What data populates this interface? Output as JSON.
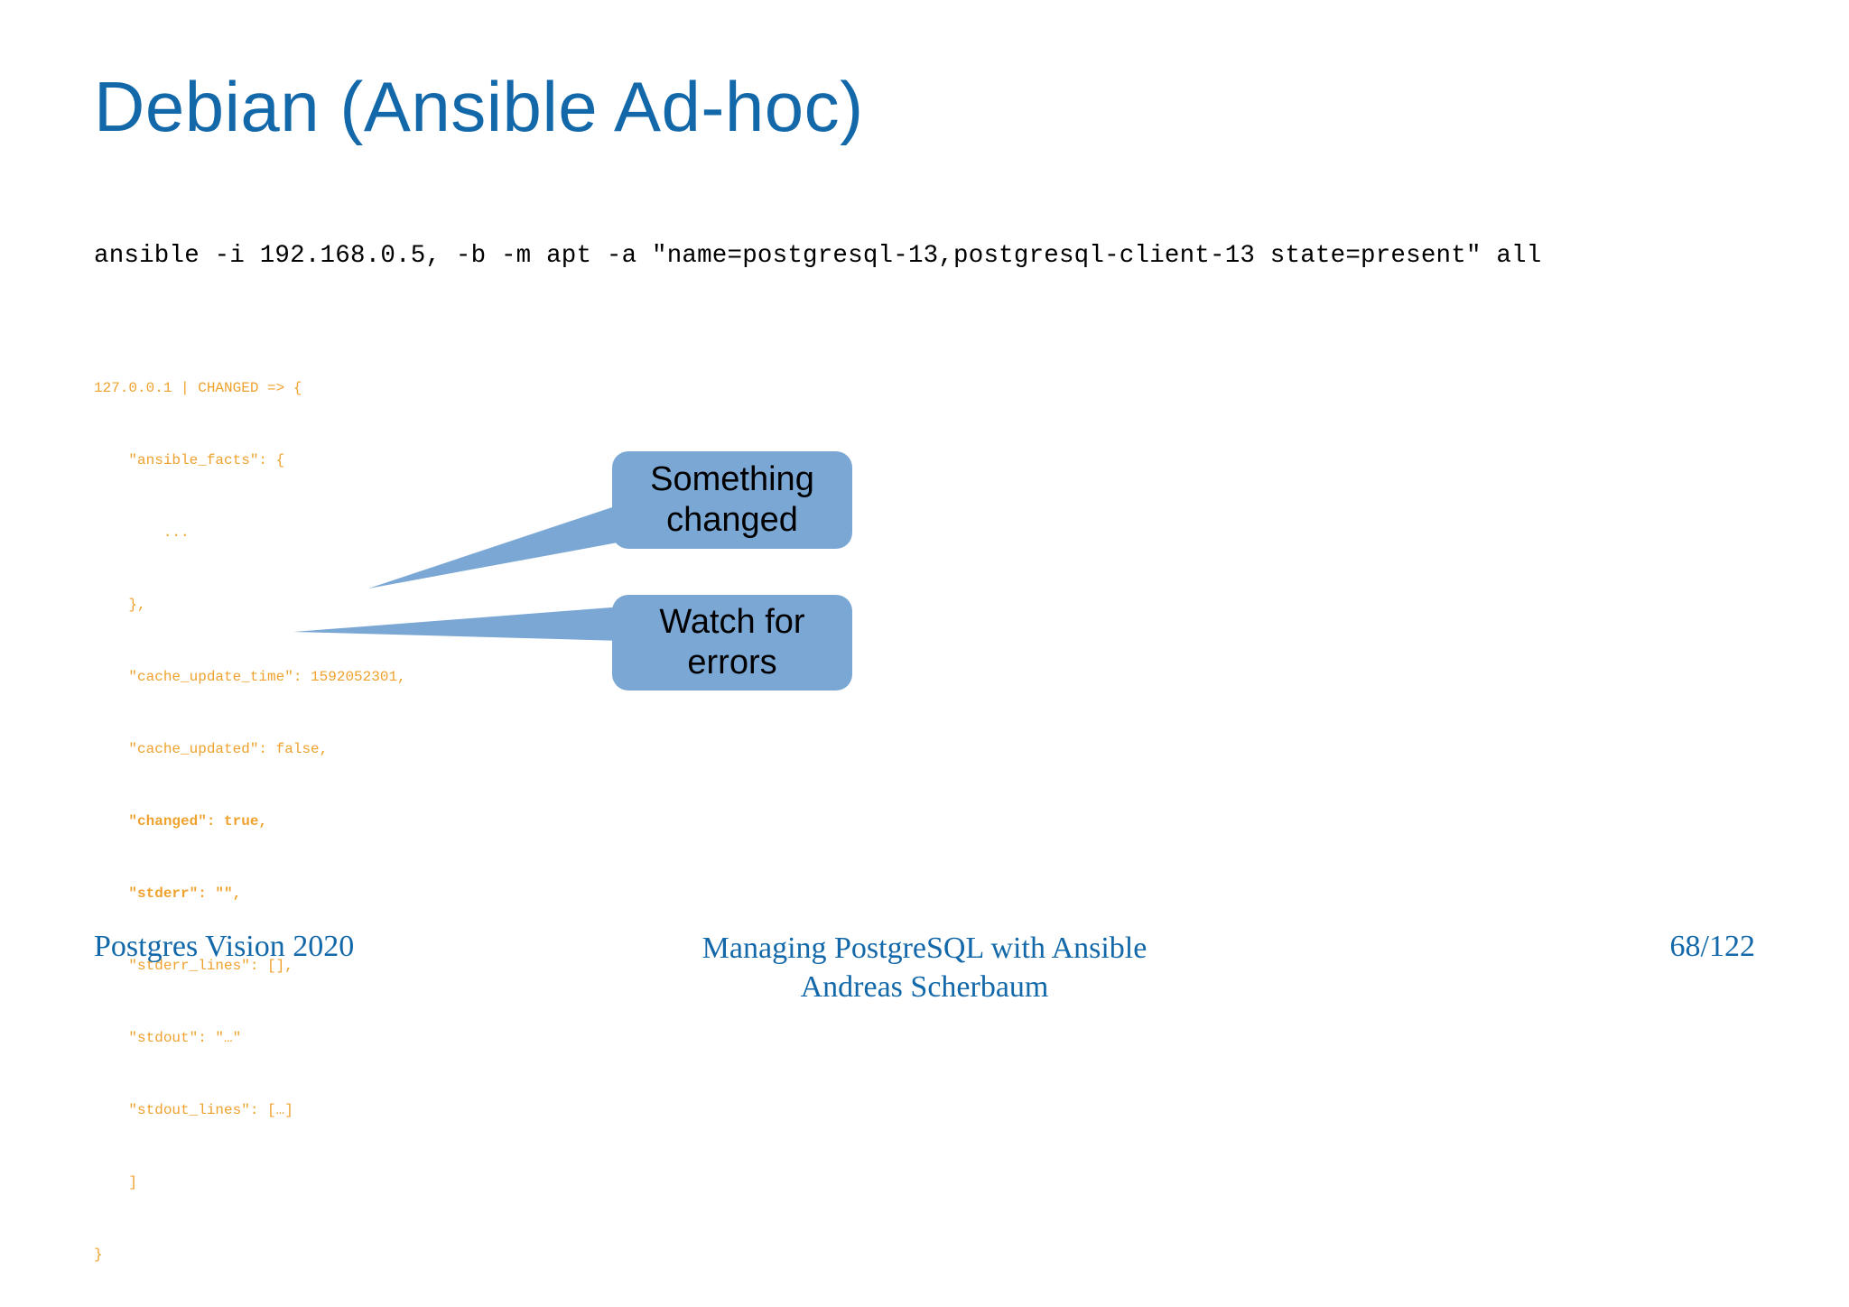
{
  "slide": {
    "title": "Debian (Ansible Ad-hoc)",
    "page_indicator": "68/122",
    "background_color": "#ffffff",
    "title_color": "#1268A8",
    "code_color": "#EFA22E",
    "callout_color": "#7BA7D4"
  },
  "command": {
    "text": "ansible -i 192.168.0.5, -b -m apt -a \"name=postgresql-13,postgresql-client-13 state=present\" all"
  },
  "output": {
    "lines": [
      {
        "text": "127.0.0.1 | CHANGED => {",
        "bold": false
      },
      {
        "text": "    \"ansible_facts\": {",
        "bold": false
      },
      {
        "text": "        ...",
        "bold": false
      },
      {
        "text": "    },",
        "bold": false
      },
      {
        "text": "    \"cache_update_time\": 1592052301,",
        "bold": false
      },
      {
        "text": "    \"cache_updated\": false,",
        "bold": false
      },
      {
        "text": "    \"changed\": true,",
        "bold": true
      },
      {
        "text": "    \"stderr\": \"\",",
        "bold": true
      },
      {
        "text": "    \"stderr_lines\": [],",
        "bold": false
      },
      {
        "text": "    \"stdout\": \"…\"",
        "bold": false
      },
      {
        "text": "    \"stdout_lines\": […]",
        "bold": false
      },
      {
        "text": "    ]",
        "bold": false
      },
      {
        "text": "}",
        "bold": false
      }
    ]
  },
  "callouts": [
    {
      "id": "changed",
      "line1": "Something",
      "line2": "changed"
    },
    {
      "id": "errors",
      "line1": "Watch for",
      "line2": "errors"
    }
  ],
  "footer": {
    "left": "Postgres Vision 2020",
    "center_line1": "Managing PostgreSQL with Ansible",
    "center_line2": "Andreas Scherbaum",
    "right": "68/122"
  }
}
